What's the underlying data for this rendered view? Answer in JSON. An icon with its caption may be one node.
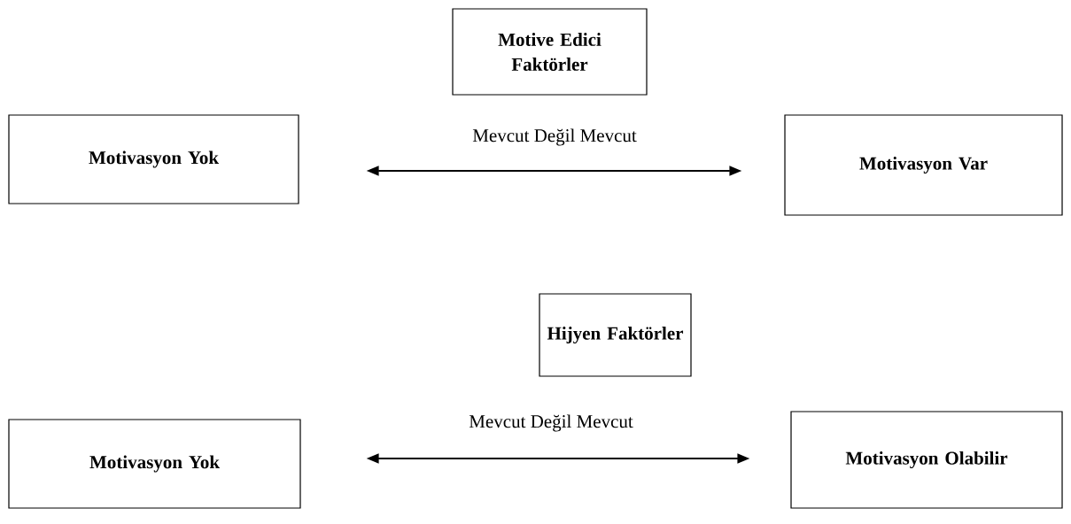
{
  "diagram": {
    "nodes": [
      {
        "text": [
          "Motive Edici Faktörler"
        ]
      },
      {
        "text": [
          "Motivasyon Yok"
        ]
      },
      {
        "text": [
          "Motivasyon Var"
        ]
      },
      {
        "text": [
          "Hijyen Faktörler"
        ]
      },
      {
        "text": [
          "Motivasyon Yok"
        ]
      },
      {
        "text": [
          "Motivasyon Olabilir"
        ]
      }
    ],
    "edges": [
      {
        "from": 1,
        "to": 2,
        "arrow": "both",
        "label": "Mevcut Değil Mevcut"
      },
      {
        "from": 4,
        "to": 5,
        "arrow": "both",
        "label": "Mevcut Değil Mevcut"
      }
    ]
  }
}
